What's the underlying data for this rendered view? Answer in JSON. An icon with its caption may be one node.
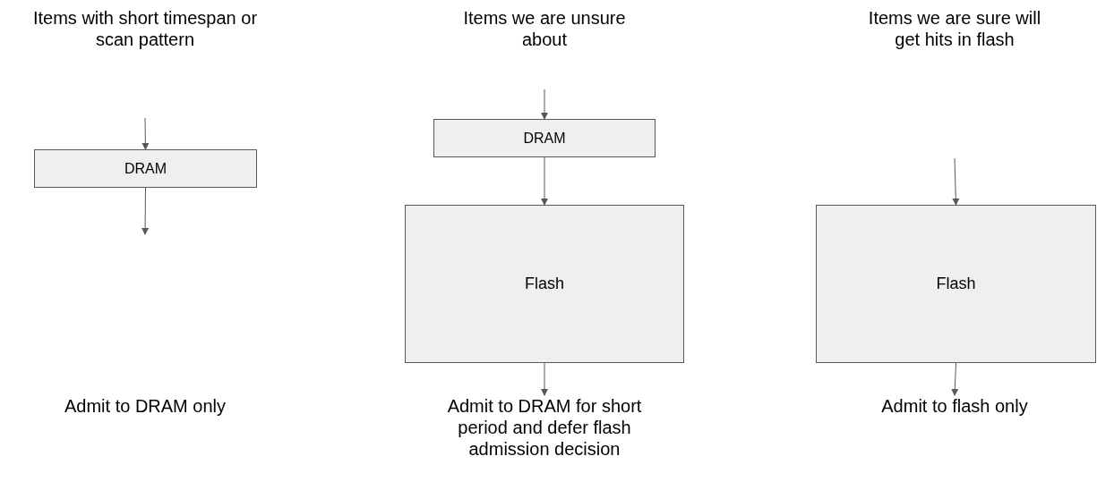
{
  "diagram": {
    "nodes": [
      {
        "text": [
          "DRAM"
        ]
      },
      {
        "text": [
          "DRAM"
        ]
      },
      {
        "text": [
          "Flash"
        ]
      },
      {
        "text": [
          "Flash"
        ]
      },
      {
        "text": [
          "Admit to DRAM for short period and defer flash admission decision"
        ]
      },
      {
        "text": [
          "Admit to flash only"
        ]
      }
    ],
    "edges": [
      {
        "from": null,
        "to": 0,
        "arrow": "to"
      },
      {
        "from": 0,
        "to": null,
        "arrow": "to"
      },
      {
        "from": null,
        "to": 1,
        "arrow": "to"
      },
      {
        "from": 1,
        "to": 2,
        "arrow": "to"
      },
      {
        "from": 2,
        "to": 4,
        "arrow": "to"
      },
      {
        "from": null,
        "to": 3,
        "arrow": "to"
      },
      {
        "from": 3,
        "to": 5,
        "arrow": "to"
      }
    ],
    "labels": [
      "Items with short timespan or scan pattern",
      "Items we are unsure about",
      "Items we are sure will get hits in flash",
      "Admit to DRAM only"
    ]
  }
}
